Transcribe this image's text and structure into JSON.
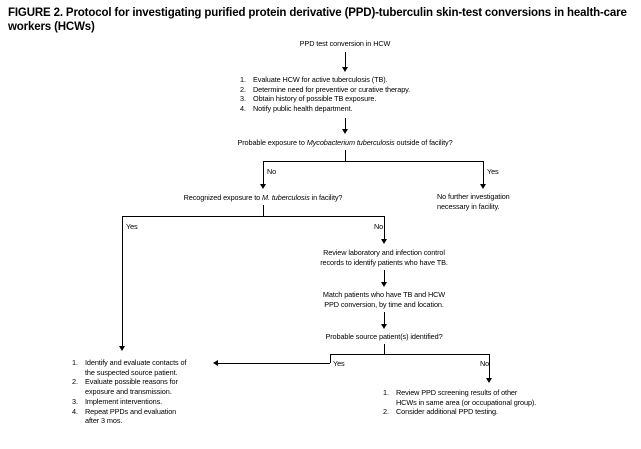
{
  "figure": {
    "title": "FIGURE 2. Protocol for investigating purified protein derivative (PPD)-tuberculin skin-test conversions in health-care workers (HCWs)"
  },
  "flowchart": {
    "type": "flowchart",
    "nodes": {
      "start": {
        "label": "PPD test conversion in HCW"
      },
      "initial_actions": {
        "items": [
          {
            "num": "1.",
            "line1": "Evaluate HCW for active tuberculosis (TB).",
            "line2": ""
          },
          {
            "num": "2.",
            "line1": "Determine need for preventive or curative therapy.",
            "line2": ""
          },
          {
            "num": "3.",
            "line1": "Obtain history of possible TB exposure.",
            "line2": ""
          },
          {
            "num": "4.",
            "line1": "Notify public health department.",
            "line2": ""
          }
        ]
      },
      "decision_outside": {
        "pre": "Probable exposure to ",
        "italic": "Mycobacterium tuberculosis",
        "post": " outside of facility?"
      },
      "decision_facility": {
        "pre": "Recognized exposure to ",
        "italic": "M. tuberculosis",
        "post": " in facility?"
      },
      "no_further": {
        "line1": "No further investigation",
        "line2": "necessary in facility."
      },
      "review_records": {
        "line1": "Review laboratory and infection control",
        "line2": "records to identify patients who have TB."
      },
      "match_patients": {
        "line1": "Match patients who have TB and HCW",
        "line2": "PPD conversion, by time and location."
      },
      "decision_source": {
        "label": "Probable source patient(s) identified?"
      },
      "contact_actions": {
        "items": [
          {
            "num": "1.",
            "line1": "Identify and evaluate contacts of",
            "line2": "the suspected source patient."
          },
          {
            "num": "2.",
            "line1": "Evaluate possible reasons for",
            "line2": "exposure and transmission."
          },
          {
            "num": "3.",
            "line1": "Implement interventions.",
            "line2": ""
          },
          {
            "num": "4.",
            "line1": "Repeat PPDs and evaluation",
            "line2": "after 3 mos."
          }
        ]
      },
      "screening_actions": {
        "items": [
          {
            "num": "1.",
            "line1": "Review PPD screening results of other",
            "line2": "HCWs in same area (or occupational group)."
          },
          {
            "num": "2.",
            "line1": "Consider additional PPD testing.",
            "line2": ""
          }
        ]
      }
    },
    "branch_labels": {
      "outside_no": "No",
      "outside_yes": "Yes",
      "facility_yes": "Yes",
      "facility_no": "No",
      "source_yes": "Yes",
      "source_no": "No"
    },
    "colors": {
      "line": "#000000",
      "text": "#000000",
      "background": "#ffffff"
    }
  }
}
